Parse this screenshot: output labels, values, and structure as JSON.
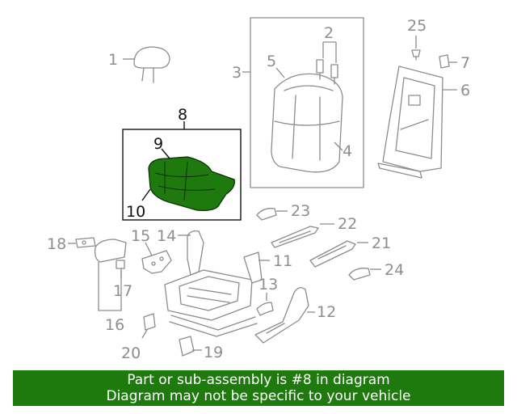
{
  "diagram": {
    "callouts": {
      "c1": "1",
      "c2": "2",
      "c3": "3",
      "c4": "4",
      "c5": "5",
      "c6": "6",
      "c7": "7",
      "c8": "8",
      "c9": "9",
      "c10": "10",
      "c11": "11",
      "c12": "12",
      "c13": "13",
      "c14": "14",
      "c15": "15",
      "c16": "16",
      "c17": "17",
      "c18": "18",
      "c19": "19",
      "c20": "20",
      "c21": "21",
      "c22": "22",
      "c23": "23",
      "c24": "24",
      "c25": "25"
    },
    "highlight_color": "#1f7a0e",
    "highlighted_part": "8"
  },
  "banner": {
    "line1": "Part or sub-assembly is #8 in diagram",
    "line2": "Diagram may not be specific to your vehicle",
    "background": "#1f7a0e"
  }
}
